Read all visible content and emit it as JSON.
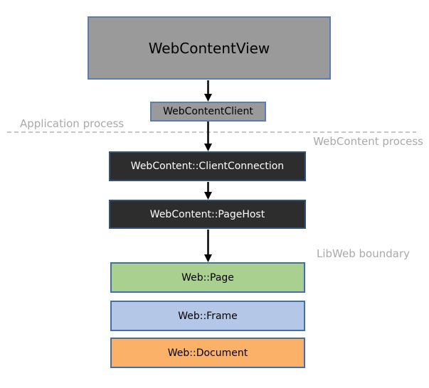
{
  "nodes": {
    "web_content_view": {
      "label": "WebContentView",
      "fill": "#9a9a9a",
      "border": "#5b7cb8",
      "text_color": "#000000"
    },
    "web_content_client": {
      "label": "WebContentClient",
      "fill": "#9a9a9a",
      "border": "#5b7cb8",
      "text_color": "#000000"
    },
    "client_connection": {
      "label": "WebContent::ClientConnection",
      "fill": "#2d2d2d",
      "border": "#31517e",
      "text_color": "#ffffff"
    },
    "page_host": {
      "label": "WebContent::PageHost",
      "fill": "#2d2d2d",
      "border": "#31517e",
      "text_color": "#ffffff"
    },
    "web_page": {
      "label": "Web::Page",
      "fill": "#a9d08e",
      "border": "#3f6eb5",
      "text_color": "#000000"
    },
    "web_frame": {
      "label": "Web::Frame",
      "fill": "#b4c7e7",
      "border": "#3f6eb5",
      "text_color": "#000000"
    },
    "web_document": {
      "label": "Web::Document",
      "fill": "#fbb167",
      "border": "#3f6eb5",
      "text_color": "#000000"
    }
  },
  "region_labels": {
    "application_process": "Application process",
    "webcontent_process": "WebContent process",
    "libweb_boundary": "LibWeb boundary"
  },
  "colors": {
    "label_gray": "#a9a9a9",
    "divider_dash": "#b3b3b3",
    "arrow": "#000000",
    "background": "#ffffff"
  }
}
